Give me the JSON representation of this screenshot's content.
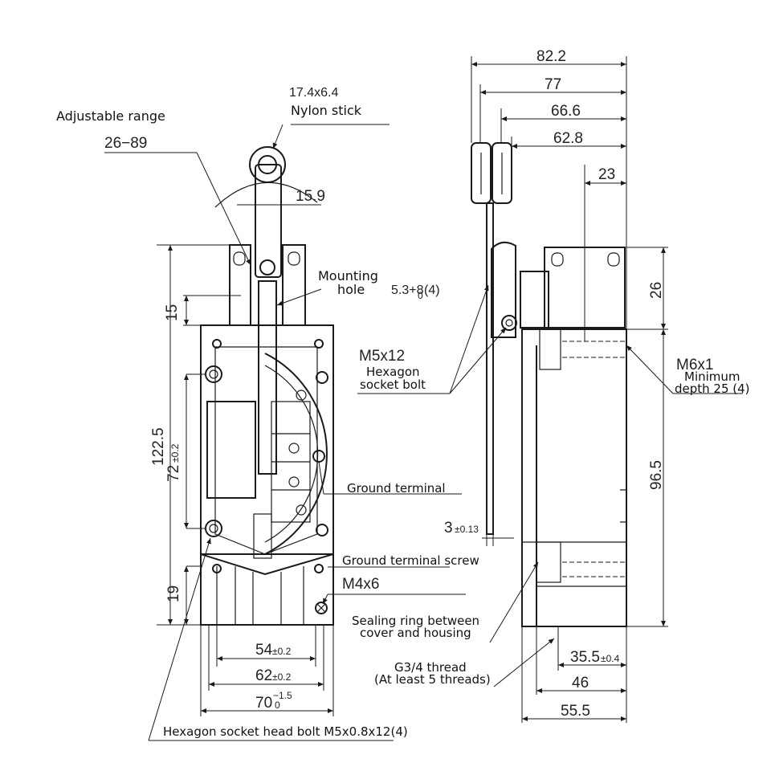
{
  "labels": {
    "adjustable_range": "Adjustable range",
    "nylon_stick": "Nylon stick",
    "mounting_hole_1": "Mounting",
    "mounting_hole_2": "hole",
    "hex_bolt_1": "Hexagon",
    "hex_bolt_2": "socket bolt",
    "min_depth_1": "Minimum",
    "min_depth_2": "depth 25 (4)",
    "ground_terminal": "Ground terminal",
    "ground_terminal_screw": "Ground terminal screw",
    "sealing_ring_1": "Sealing ring between",
    "sealing_ring_2": "cover and housing",
    "thread_1": "G3/4 thread",
    "thread_2": "(At least 5 threads)",
    "bottom_bolt": "Hexagon socket head bolt M5x0.8x12(4)"
  },
  "dims": {
    "range": "26−89",
    "roller": "17.4x6.4",
    "arm_width": "15.9",
    "hole_main": "5.3+8",
    "hole_sub": "0",
    "hole_count": "(4)",
    "m5": "M5x12",
    "m6": "M6x1",
    "m4": "M4x6",
    "d15": "15",
    "d122": "122.5",
    "d72": "72",
    "d72_tol": "±0.2",
    "d19": "19",
    "d54": "54",
    "d54_tol": "±0.2",
    "d62": "62",
    "d62_tol": "±0.2",
    "d70": "70",
    "d70_up": "−1.5",
    "d70_low": "0",
    "d822": "82.2",
    "d77": "77",
    "d666": "66.6",
    "d628": "62.8",
    "d23": "23",
    "d26": "26",
    "d965": "96.5",
    "d3": "3",
    "d3_tol": "±0.13",
    "d355": "35.5",
    "d355_tol": "±0.4",
    "d46": "46",
    "d555": "55.5"
  }
}
